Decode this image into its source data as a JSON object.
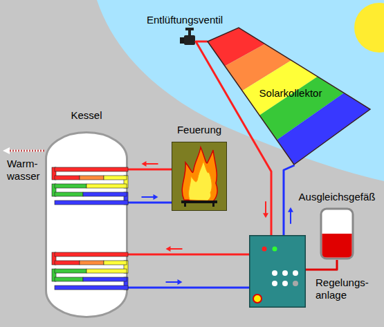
{
  "diagram": {
    "nodes": [
      {
        "text": [
          "Solarkollektor"
        ]
      },
      {
        "text": [
          "Kessel"
        ]
      },
      {
        "text": [
          "Feuerung"
        ]
      },
      {
        "text": [
          "Ausgleichsgefäß"
        ]
      },
      {
        "text": [
          "Regelungs- anlage"
        ]
      }
    ],
    "edges": [
      {
        "from": 0,
        "to": 4,
        "arrow": "to"
      },
      {
        "from": 4,
        "to": 0,
        "arrow": "to"
      },
      {
        "from": 2,
        "to": 1,
        "arrow": "to"
      },
      {
        "from": 1,
        "to": 2,
        "arrow": "to"
      },
      {
        "from": 4,
        "to": 1,
        "arrow": "to"
      },
      {
        "from": 1,
        "to": 4,
        "arrow": "to"
      },
      {
        "from": 3,
        "to": 4,
        "arrow": "none"
      }
    ],
    "labels": [
      "Entlüftungsventil",
      "Warm- wasser"
    ]
  }
}
